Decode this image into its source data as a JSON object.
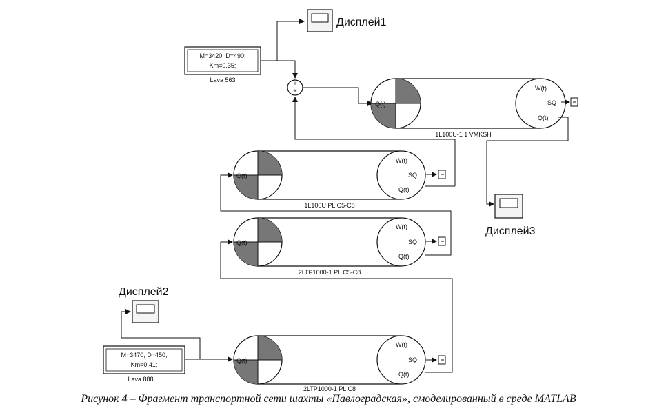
{
  "displays": {
    "d1": {
      "label": "Дисплей1"
    },
    "d2": {
      "label": "Дисплей2"
    },
    "d3": {
      "label": "Дисплей3"
    }
  },
  "sources": {
    "s1": {
      "line1": "M=3420; D=490;",
      "line2": "Km=0.35;",
      "name": "Lava 563"
    },
    "s2": {
      "line1": "M=3470; D=450;",
      "line2": "Km=0.41;",
      "name": "Lava 888"
    }
  },
  "conveyors": {
    "c1": {
      "name": "1L100U-1 1 VMKSH",
      "in_label": "Q(t)",
      "w": "W(t)",
      "sq": "SQ",
      "q": "Q(t)"
    },
    "c2": {
      "name": "1L100U PL C5-C8",
      "in_label": "Q(t)",
      "w": "W(t)",
      "sq": "SQ",
      "q": "Q(t)"
    },
    "c3": {
      "name": "2LTP1000-1 PL C5-C8",
      "in_label": "Q(t)",
      "w": "W(t)",
      "sq": "SQ",
      "q": "Q(t)"
    },
    "c4": {
      "name": "2LTP1000-1 PL C8",
      "in_label": "Q(t)",
      "w": "W(t)",
      "sq": "SQ",
      "q": "Q(t)"
    }
  },
  "sum_block": {
    "signs": "+ +"
  },
  "caption": "Рисунок 4 – Фрагмент транспортной сети шахты «Павлоградская», смоделированный в среде MATLAB"
}
